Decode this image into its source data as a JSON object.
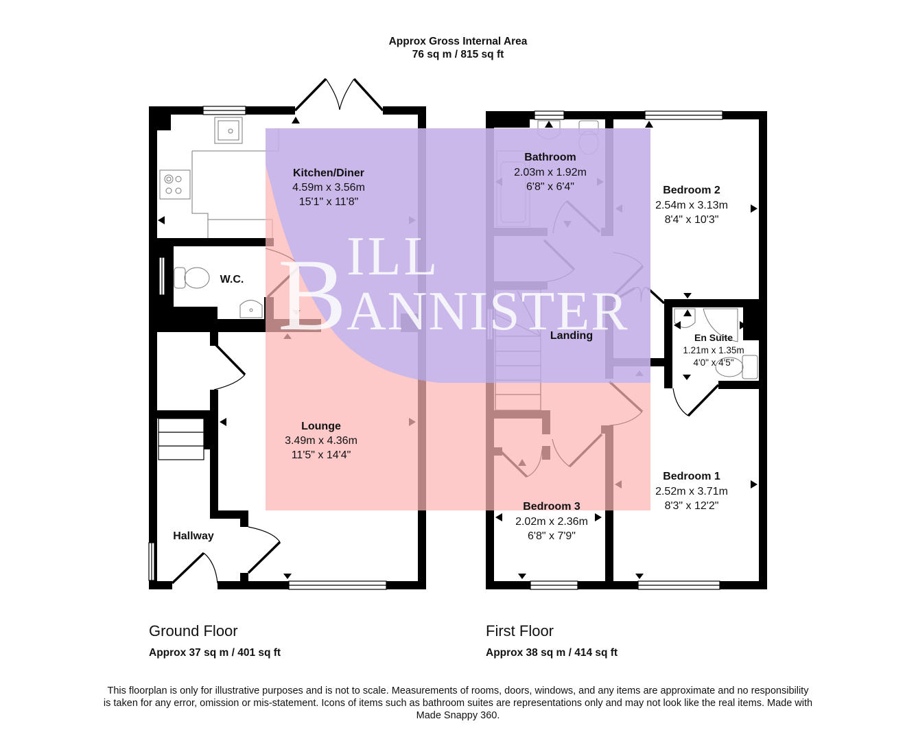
{
  "header": {
    "title_line1": "Approx Gross Internal Area",
    "title_line2": "76 sq m / 815 sq ft"
  },
  "watermark": {
    "initial_1": "B",
    "rest_1": "ILL",
    "initial_2": "",
    "rest_2": "ANNISTER",
    "colors": {
      "top": "#c8c8fa",
      "bottom": "#fccbcb"
    }
  },
  "ground_floor": {
    "name": "Ground Floor",
    "area": "Approx 37 sq m / 401 sq ft",
    "rooms": [
      {
        "name": "Kitchen/Diner",
        "metric": "4.59m x 3.56m",
        "imperial": "15'1\" x 11'8\""
      },
      {
        "name": "W.C.",
        "metric": "",
        "imperial": ""
      },
      {
        "name": "Lounge",
        "metric": "3.49m x 4.36m",
        "imperial": "11'5\" x 14'4\""
      },
      {
        "name": "Hallway",
        "metric": "",
        "imperial": ""
      }
    ]
  },
  "first_floor": {
    "name": "First Floor",
    "area": "Approx 38 sq m / 414 sq ft",
    "rooms": [
      {
        "name": "Bathroom",
        "metric": "2.03m x 1.92m",
        "imperial": "6'8\" x 6'4\""
      },
      {
        "name": "Bedroom 2",
        "metric": "2.54m x 3.13m",
        "imperial": "8'4\" x 10'3\""
      },
      {
        "name": "Landing",
        "metric": "",
        "imperial": ""
      },
      {
        "name": "En Suite",
        "metric": "1.21m x 1.35m",
        "imperial": "4'0\" x 4'5\""
      },
      {
        "name": "Bedroom 1",
        "metric": "2.52m x 3.71m",
        "imperial": "8'3\" x 12'2\""
      },
      {
        "name": "Bedroom 3",
        "metric": "2.02m x 2.36m",
        "imperial": "6'8\" x 7'9\""
      }
    ]
  },
  "footer": {
    "disclaimer": "This floorplan is only for illustrative purposes and is not to scale. Measurements of rooms, doors, windows, and any items are approximate and no responsibility is taken for any error, omission or mis-statement. Icons of items such as bathroom suites are representations only and may not look like the real items. Made with Made Snappy 360."
  }
}
